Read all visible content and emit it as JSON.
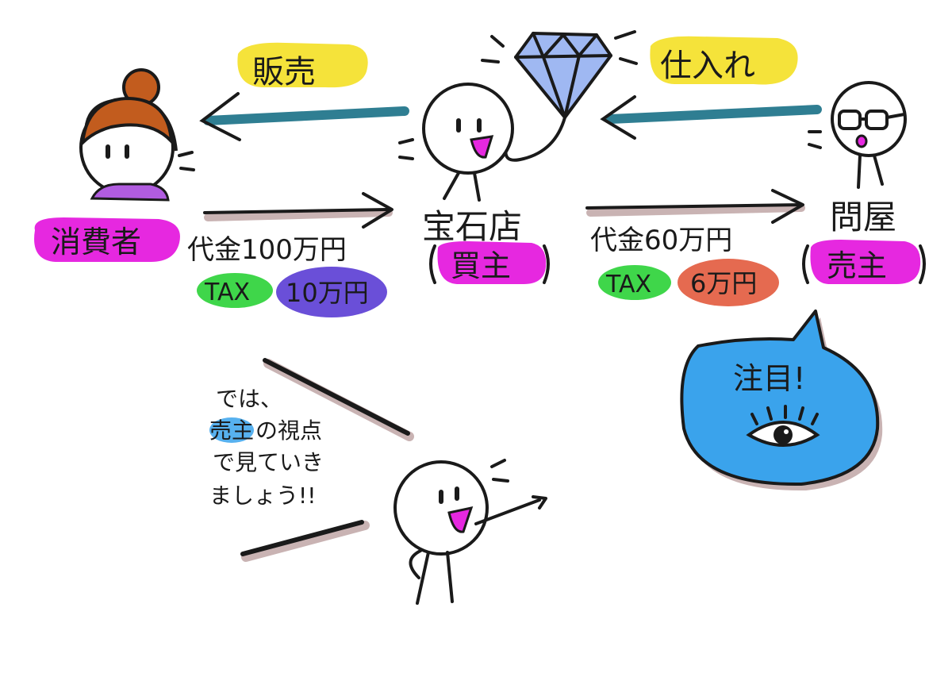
{
  "labels": {
    "sale": "販売",
    "purchase": "仕入れ",
    "consumer": "消費者",
    "jewelry_store": "宝石店",
    "buyer_tag": "買主",
    "wholesaler": "問屋",
    "seller_tag": "売主",
    "price_left": "代金100万円",
    "tax_left_word": "TAX",
    "tax_left_value": "10万円",
    "price_right": "代金60万円",
    "tax_right_word": "TAX",
    "tax_right_value": "6万円",
    "attention": "注目!"
  },
  "speech": {
    "line1": "では、",
    "line2_highlight": "売主",
    "line2_rest": "の視点",
    "line3": "で見ていき",
    "line4": "ましょう!!"
  },
  "colors": {
    "yellow": "#f5e33a",
    "magenta": "#e628e0",
    "teal_arrow": "#2f7e92",
    "green": "#3fd64a",
    "purple": "#6a4fd8",
    "salmon": "#e56a50",
    "blue_bubble": "#3aa3ec",
    "hair": "#c25c1e",
    "top_purple": "#b15ce0",
    "diamond": "#9fb8f2"
  },
  "icons": [
    "consumer-figure",
    "jewelry-store-figure",
    "wholesaler-figure",
    "diamond-icon",
    "eye-icon",
    "presenter-figure"
  ]
}
